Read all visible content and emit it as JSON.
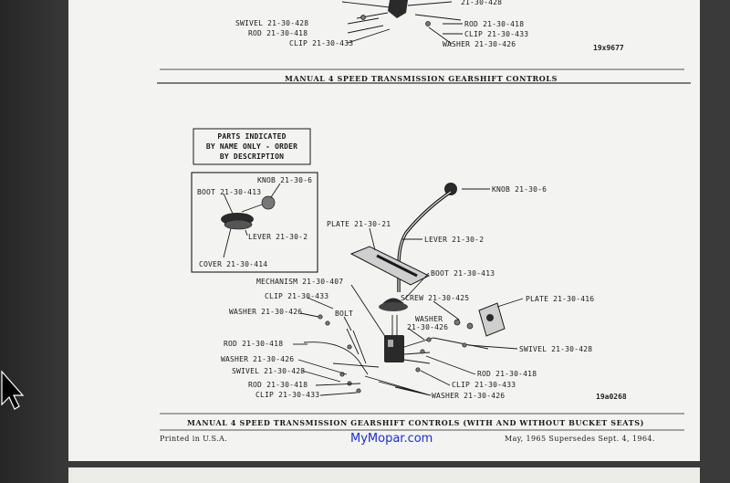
{
  "top_section": {
    "labels": {
      "partial_top": "21-30-428",
      "swivel": "SWIVEL 21-30-428",
      "rod_left": "ROD 21-30-418",
      "clip_left": "CLIP 21-30-433",
      "rod_right": "ROD 21-30-418",
      "clip_right": "CLIP 21-30-433",
      "washer": "WASHER 21-30-426"
    },
    "figure_id": "19x9677",
    "caption": "MANUAL 4 SPEED TRANSMISSION GEARSHIFT CONTROLS"
  },
  "main_section": {
    "note_box": [
      "PARTS INDICATED",
      "BY NAME ONLY - ORDER",
      "BY DESCRIPTION"
    ],
    "inset_labels": {
      "knob": "KNOB 21-30-6",
      "boot": "BOOT 21-30-413",
      "lever": "LEVER 21-30-2",
      "cover": "COVER 21-30-414"
    },
    "labels": {
      "knob": "KNOB 21-30-6",
      "plate_top": "PLATE 21-30-21",
      "lever": "LEVER 21-30-2",
      "boot": "BOOT 21-30-413",
      "mechanism": "MECHANISM 21-30-407",
      "clip_top": "CLIP 21-30-433",
      "screw": "SCREW 21-30-425",
      "plate_right": "PLATE 21-30-416",
      "washer_left": "WASHER 21-30-426",
      "bolt": "BOLT",
      "washer_mid_1": "WASHER",
      "washer_mid_2": "21-30-426",
      "rod_left": "ROD 21-30-418",
      "swivel_right": "SWIVEL 21-30-428",
      "washer_lower": "WASHER 21-30-426",
      "swivel_lower": "SWIVEL 21-30-428",
      "rod_right": "ROD 21-30-418",
      "rod_lower": "ROD 21-30-418",
      "clip_right": "CLIP 21-30-433",
      "clip_lower": "CLIP 21-30-433",
      "washer_right": "WASHER 21-30-426"
    },
    "figure_id": "19a0268",
    "caption": "MANUAL 4 SPEED TRANSMISSION GEARSHIFT CONTROLS (WITH AND WITHOUT BUCKET SEATS)"
  },
  "footer": {
    "printed": "Printed in U.S.A.",
    "watermark": "MyMopar.com",
    "date": "May, 1965 Supersedes Sept. 4, 1964."
  },
  "colors": {
    "paper": "#f3f3f1",
    "ink": "#1a1a1a",
    "watermark": "#1e2fd0",
    "background": "#3a3a3a"
  }
}
